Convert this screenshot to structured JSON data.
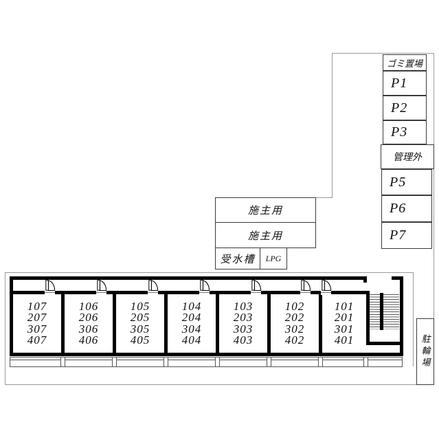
{
  "colors": {
    "wall": "#000000",
    "box_border": "#3a3a3a",
    "boundary_line": "#9a9a9a",
    "text": "#111111",
    "background": "#ffffff"
  },
  "right_parking": {
    "cells": [
      {
        "id": "trash",
        "label": "ゴミ置場"
      },
      {
        "id": "p1",
        "label": "P1"
      },
      {
        "id": "p2",
        "label": "P2"
      },
      {
        "id": "p3",
        "label": "P3"
      },
      {
        "id": "kanrigai",
        "label": "管理外"
      },
      {
        "id": "p5",
        "label": "P5"
      },
      {
        "id": "p6",
        "label": "P6"
      },
      {
        "id": "p7",
        "label": "P7"
      }
    ]
  },
  "owner_area": {
    "stall1": "施主用",
    "stall2": "施主用",
    "water_tank": "受水槽",
    "lpg": "LPG"
  },
  "bicycle_parking_label": "駐輪場",
  "building": {
    "units": [
      {
        "rooms": [
          "107",
          "207",
          "307",
          "407"
        ]
      },
      {
        "rooms": [
          "106",
          "206",
          "306",
          "406"
        ]
      },
      {
        "rooms": [
          "105",
          "205",
          "305",
          "405"
        ]
      },
      {
        "rooms": [
          "104",
          "204",
          "304",
          "404"
        ]
      },
      {
        "rooms": [
          "103",
          "203",
          "303",
          "403"
        ]
      },
      {
        "rooms": [
          "102",
          "202",
          "302",
          "402"
        ]
      },
      {
        "rooms": [
          "101",
          "201",
          "301",
          "401"
        ]
      }
    ]
  }
}
